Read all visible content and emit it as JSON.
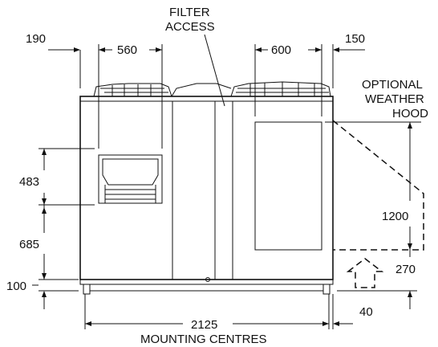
{
  "diagram": {
    "labels": {
      "dim_190": "190",
      "dim_560": "560",
      "filter_access_line1": "FILTER",
      "filter_access_line2": "ACCESS",
      "dim_600": "600",
      "dim_150": "150",
      "optional_line1": "OPTIONAL",
      "optional_line2": "WEATHER",
      "optional_line3": "HOOD",
      "dim_483": "483",
      "dim_685": "685",
      "dim_1200": "1200",
      "dim_270": "270",
      "dim_100": "100",
      "dim_2125": "2125",
      "dim_40": "40",
      "mounting_centres": "MOUNTING CENTRES"
    },
    "colors": {
      "unit_body": "#e6e6e6",
      "panel": "#d9d9d9",
      "outline": "#111111",
      "background": "#ffffff"
    }
  }
}
